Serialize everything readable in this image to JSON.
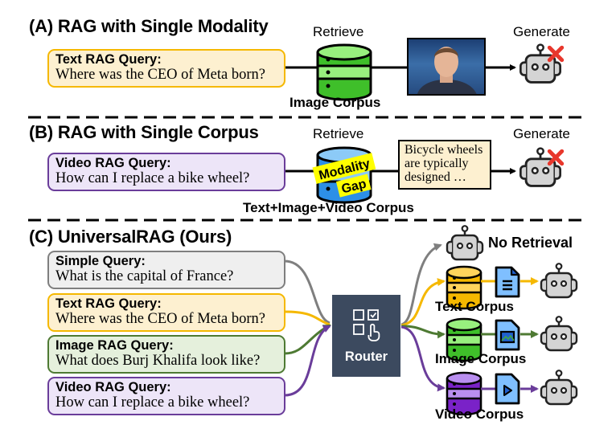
{
  "colors": {
    "gray": "#7f7f7f",
    "yellow": "#f5b800",
    "green": "#4e7a33",
    "purple": "#6a3d9a",
    "router_bg": "#3c4a5f",
    "fail_red": "#e8372c",
    "modality_gap_highlight": "#ffff00"
  },
  "section_a": {
    "title": "(A) RAG with Single Modality",
    "retrieve_label": "Retrieve",
    "generate_label": "Generate",
    "query": {
      "type": "Text RAG Query:",
      "text": "Where was the CEO of Meta born?"
    },
    "corpus_label": "Image Corpus",
    "retrieved_item": "photo of a person on stage",
    "result": "fail"
  },
  "section_b": {
    "title": "(B) RAG with Single Corpus",
    "retrieve_label": "Retrieve",
    "generate_label": "Generate",
    "query": {
      "type": "Video RAG Query:",
      "text": "How can I replace a bike wheel?"
    },
    "gap_label_1": "Modality",
    "gap_label_2": "Gap",
    "corpus_label": "Text+Image+Video Corpus",
    "retrieved_snippet": [
      "Bicycle wheels",
      "are typically",
      "designed …"
    ],
    "result": "fail"
  },
  "section_c": {
    "title": "(C) UniversalRAG (Ours)",
    "queries": [
      {
        "type": "Simple Query:",
        "text": "What is the capital of France?",
        "color": "gray"
      },
      {
        "type": "Text RAG Query:",
        "text": "Where was the CEO of Meta born?",
        "color": "yellow"
      },
      {
        "type": "Image RAG Query:",
        "text": "What does Burj Khalifa look like?",
        "color": "green"
      },
      {
        "type": "Video RAG Query:",
        "text": "How can I replace a bike wheel?",
        "color": "purple"
      }
    ],
    "router_label": "Router",
    "routes": [
      {
        "label": "No Retrieval",
        "color": "gray"
      },
      {
        "label": "Text Corpus",
        "color": "yellow",
        "doc_icon": "text-document-icon"
      },
      {
        "label": "Image Corpus",
        "color": "green",
        "doc_icon": "image-document-icon"
      },
      {
        "label": "Video Corpus",
        "color": "purple",
        "doc_icon": "video-document-icon"
      }
    ]
  }
}
